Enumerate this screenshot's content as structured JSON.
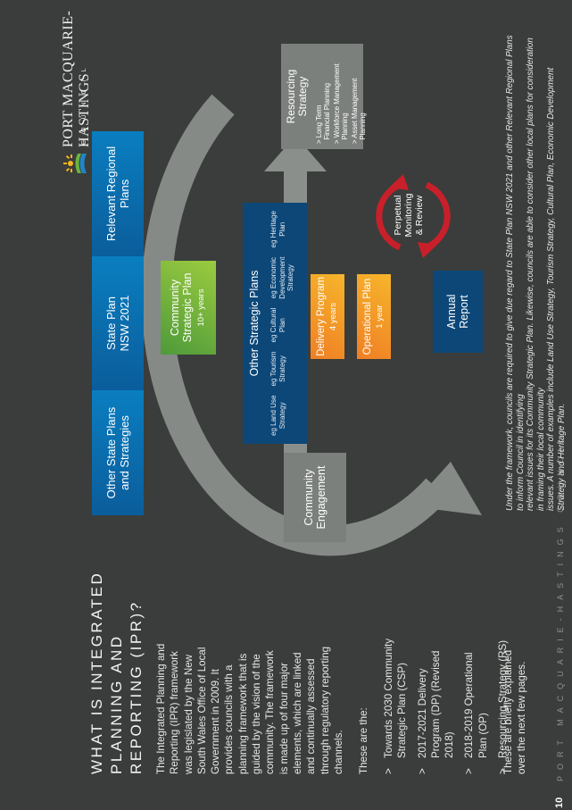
{
  "page": {
    "number": "10",
    "footer_org": "PORT MACQUARIE-HASTINGS COUNCIL"
  },
  "logo": {
    "line1": "PORT MACQUARIE-HASTINGS",
    "line2": "COUNCIL"
  },
  "article": {
    "title_lines": [
      "WHAT IS INTEGRATED",
      "PLANNING AND",
      "REPORTING (IPR)?"
    ],
    "intro_lines": [
      "The Integrated Planning and",
      "Reporting (IPR) framework",
      "was legislated by the New",
      "South Wales Office of Local",
      "Government in 2009. It",
      "provides councils with a",
      "planning framework that is",
      "guided by the vision of the",
      "community. The framework",
      "is made up of four major",
      "elements, which are linked",
      "and continually assessed",
      "through regulatory reporting",
      "channels."
    ],
    "these_are": "These are the:",
    "elements": [
      [
        "Towards 2030 Community",
        "Strategic Plan (CSP)"
      ],
      [
        "2017-2021 Delivery",
        "Program (DP) (Revised",
        "2018)"
      ],
      [
        "2018-2019 Operational",
        "Plan (OP)"
      ],
      [
        "Resourcing Strategy (RS)"
      ]
    ],
    "closing_lines": [
      "These are briefly explained",
      "over the next few pages."
    ]
  },
  "diagram": {
    "top_boxes": [
      {
        "lines": [
          "Other State Plans",
          "and Strategies"
        ]
      },
      {
        "lines": [
          "State Plan",
          "NSW 2021"
        ]
      },
      {
        "lines": [
          "Relevant Regional",
          "Plans"
        ]
      }
    ],
    "csp": {
      "lines": [
        "Community",
        "Strategic Plan"
      ],
      "sub": "10+ years"
    },
    "other_strategic": {
      "title": "Other Strategic Plans",
      "items": [
        [
          "eg Land Use",
          "Strategy"
        ],
        [
          "eg Tourism",
          "Strategy"
        ],
        [
          "eg Cultural",
          "Plan"
        ],
        [
          "eg Economic",
          "Development",
          "Strategy"
        ],
        [
          "eg Heritage",
          "Plan"
        ]
      ]
    },
    "delivery": {
      "label": "Delivery Program",
      "sub": "4 years"
    },
    "operational": {
      "label": "Operational Plan",
      "sub": "1 year"
    },
    "annual_report": {
      "lines": [
        "Annual",
        "Report"
      ]
    },
    "community_engagement": {
      "lines": [
        "Community",
        "Engagement"
      ]
    },
    "resourcing": {
      "lines": [
        "Resourcing",
        "Strategy"
      ],
      "items": [
        [
          "Long Term",
          "Financial Planning"
        ],
        [
          "Workforce Management",
          "Planning"
        ],
        [
          "Asset Management",
          "Planning"
        ]
      ]
    },
    "monitoring": {
      "lines": [
        "Perpetual",
        "Monitoring",
        "& Review"
      ]
    }
  },
  "caption_lines": [
    "Under the framework, councils are required to give due regard to State Plan NSW 2021 and other Relevant Regional Plans to inform Council in identifying",
    "relevant issues for its Community Strategic Plan. Likewise, councils are able to consider other local plans for consideration in framing their local community",
    "issues. A number of examples include Land Use Strategy, Tourism Strategy, Cultural Plan, Economic Development Strategy and Heritage Plan."
  ],
  "colors": {
    "background": "#3a3d3b",
    "blue": "#0a7ec0",
    "navy": "#0c4778",
    "green": "#6cb43f",
    "orange": "#f08a24",
    "yellow": "#f7c52a",
    "red": "#c8202b",
    "grey_ring": "#868a87"
  }
}
